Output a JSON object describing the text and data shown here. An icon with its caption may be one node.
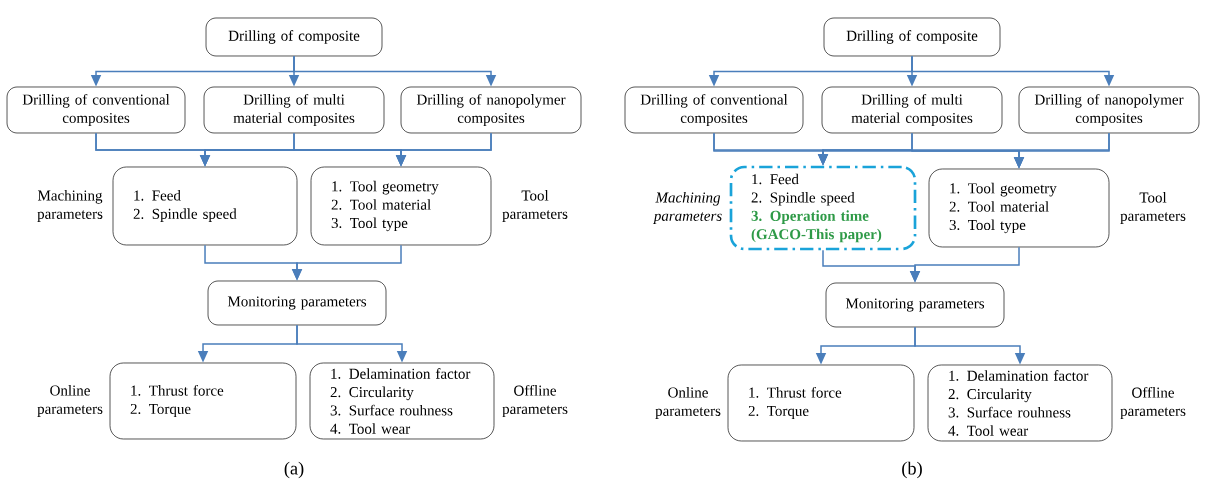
{
  "diagram": {
    "nodes": [
      {
        "text": [
          "Drilling of composite"
        ]
      },
      {
        "text": [
          "Drilling of conventional composites"
        ]
      },
      {
        "text": [
          "Drilling of multi material composites"
        ]
      },
      {
        "text": [
          "Drilling of nanopolymer composites"
        ]
      },
      {
        "text": [
          "1. Feed",
          "2. Spindle speed"
        ],
        "beside": [
          "Machining parameters"
        ]
      },
      {
        "text": [
          "1. Tool geometry",
          "2. Tool material",
          "3. Tool type"
        ],
        "beside": [
          "Tool parameters"
        ]
      },
      {
        "text": [
          "Monitoring parameters"
        ]
      },
      {
        "text": [
          "1. Thrust force",
          "2. Torque"
        ],
        "beside": [
          "Online parameters"
        ]
      },
      {
        "text": [
          "1. Delamination factor",
          "2. Circularity",
          "3. Surface rouhness",
          "4. Tool wear"
        ],
        "beside": [
          "Offline parameters"
        ]
      },
      {
        "text": [
          "Drilling of composite"
        ]
      },
      {
        "text": [
          "Drilling of conventional composites"
        ]
      },
      {
        "text": [
          "Drilling of multi material composites"
        ]
      },
      {
        "text": [
          "Drilling of nanopolymer composites"
        ]
      },
      {
        "text": [
          "1. Feed",
          "2. Spindle speed",
          "3. Operation time (GACO-This paper)"
        ],
        "beside": [
          "Machining parameters"
        ]
      },
      {
        "text": [
          "1. Tool geometry",
          "2. Tool material",
          "3. Tool type"
        ],
        "beside": [
          "Tool parameters"
        ]
      },
      {
        "text": [
          "Monitoring parameters"
        ]
      },
      {
        "text": [
          "1. Thrust force",
          "2. Torque"
        ],
        "beside": [
          "Online parameters"
        ]
      },
      {
        "text": [
          "1. Delamination factor",
          "2. Circularity",
          "3. Surface rouhness",
          "4. Tool wear"
        ],
        "beside": [
          "Offline parameters"
        ]
      }
    ],
    "edges": [
      {
        "from": 0,
        "to": 1,
        "arrow": "to"
      },
      {
        "from": 0,
        "to": 2,
        "arrow": "to"
      },
      {
        "from": 0,
        "to": 3,
        "arrow": "to"
      },
      {
        "from": 1,
        "to": 4,
        "arrow": "to"
      },
      {
        "from": 1,
        "to": 5,
        "arrow": "to"
      },
      {
        "from": 2,
        "to": 4,
        "arrow": "to"
      },
      {
        "from": 2,
        "to": 5,
        "arrow": "to"
      },
      {
        "from": 3,
        "to": 4,
        "arrow": "to"
      },
      {
        "from": 3,
        "to": 5,
        "arrow": "to"
      },
      {
        "from": 4,
        "to": 6,
        "arrow": "to"
      },
      {
        "from": 5,
        "to": 6,
        "arrow": "to"
      },
      {
        "from": 6,
        "to": 7,
        "arrow": "to"
      },
      {
        "from": 6,
        "to": 8,
        "arrow": "to"
      },
      {
        "from": 9,
        "to": 10,
        "arrow": "to"
      },
      {
        "from": 9,
        "to": 11,
        "arrow": "to"
      },
      {
        "from": 9,
        "to": 12,
        "arrow": "to"
      },
      {
        "from": 10,
        "to": 13,
        "arrow": "to"
      },
      {
        "from": 10,
        "to": 14,
        "arrow": "to"
      },
      {
        "from": 11,
        "to": 13,
        "arrow": "to"
      },
      {
        "from": 11,
        "to": 14,
        "arrow": "to"
      },
      {
        "from": 12,
        "to": 13,
        "arrow": "to"
      },
      {
        "from": 12,
        "to": 14,
        "arrow": "to"
      },
      {
        "from": 13,
        "to": 15,
        "arrow": "to"
      },
      {
        "from": 14,
        "to": 15,
        "arrow": "to"
      },
      {
        "from": 15,
        "to": 16,
        "arrow": "to"
      },
      {
        "from": 15,
        "to": 17,
        "arrow": "to"
      }
    ],
    "labels": [
      "(a)",
      "(b)"
    ]
  }
}
